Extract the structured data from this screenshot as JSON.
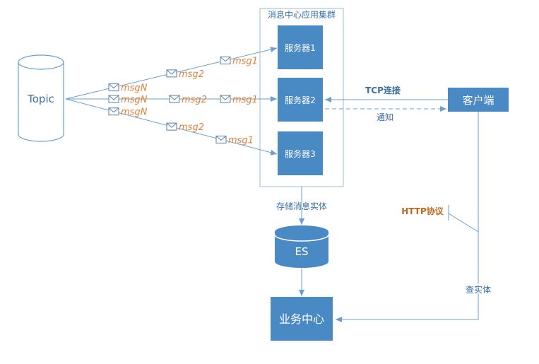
{
  "colors": {
    "box_fill": "#4a8ac4",
    "box_text": "#ffffff",
    "line": "#6a9fcf",
    "cluster_border": "#9dbbd8",
    "cluster_title": "#3a6fa3",
    "msg_text": "#e0833a",
    "edge_label": "#3a6fa3",
    "http_label": "#c0651a",
    "envelope": "#5a7fa8"
  },
  "topic": {
    "label": "Topic"
  },
  "cluster": {
    "title": "消息中心应用集群",
    "servers": [
      "服务器1",
      "服务器2",
      "服务器3"
    ]
  },
  "messages": {
    "rows": [
      [
        "msgN",
        "msg2",
        "msg1"
      ],
      [
        "msgN",
        "msg2",
        "msg1"
      ],
      [
        "msgN",
        "msg2",
        "msg1"
      ]
    ]
  },
  "client": {
    "label": "客户端"
  },
  "es": {
    "label": "ES"
  },
  "business": {
    "label": "业务中心"
  },
  "edges": {
    "tcp": "TCP连接",
    "notify": "通知",
    "store": "存储消息实体",
    "http": "HTTP协议",
    "query": "查实体"
  }
}
